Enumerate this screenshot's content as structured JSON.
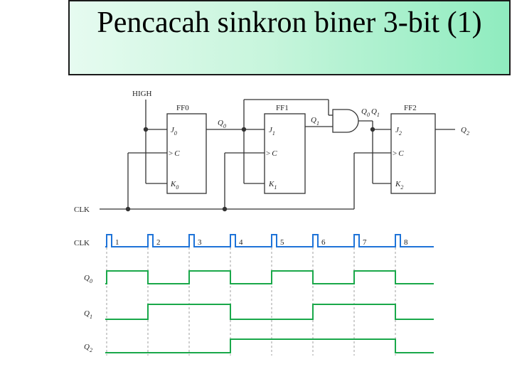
{
  "title": "Pencacah sinkron biner 3-bit (1)",
  "circuit": {
    "high_label": "HIGH",
    "clk_label": "CLK",
    "ff0": {
      "name": "FF0",
      "j": "J",
      "j_sub": "0",
      "c": "C",
      "k": "K",
      "k_sub": "0",
      "q": "Q",
      "q_sub": "0"
    },
    "ff1": {
      "name": "FF1",
      "j": "J",
      "j_sub": "1",
      "c": "C",
      "k": "K",
      "k_sub": "1",
      "q": "Q",
      "q_sub": "1"
    },
    "ff2": {
      "name": "FF2",
      "j": "J",
      "j_sub": "2",
      "c": "C",
      "k": "K",
      "k_sub": "2",
      "q": "Q",
      "q_sub": "2"
    },
    "and_label": {
      "a": "Q",
      "a_sub": "0",
      "b": "Q",
      "b_sub": "1"
    },
    "clock_arrow": ">"
  },
  "timing": {
    "clk_label": "CLK",
    "pulse_numbers": [
      "1",
      "2",
      "3",
      "4",
      "5",
      "6",
      "7",
      "8"
    ],
    "signals": [
      {
        "name": "Q",
        "sub": "0",
        "levels": [
          0,
          1,
          0,
          1,
          0,
          1,
          0,
          1,
          0
        ]
      },
      {
        "name": "Q",
        "sub": "1",
        "levels": [
          0,
          0,
          1,
          1,
          0,
          0,
          1,
          1,
          0
        ]
      },
      {
        "name": "Q",
        "sub": "2",
        "levels": [
          0,
          0,
          0,
          0,
          1,
          1,
          1,
          1,
          0
        ]
      }
    ],
    "colors": {
      "clock": "#1e73d8",
      "signal": "#1aa84a",
      "signal_alt": "#c9d400",
      "wire": "#333333"
    }
  }
}
